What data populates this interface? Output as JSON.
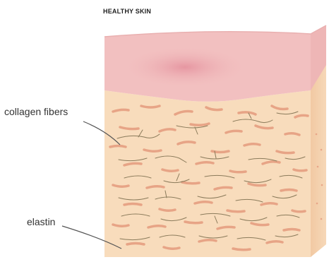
{
  "title": "HEALTHY SKIN",
  "labels": {
    "collagen": "collagen fibers",
    "elastin": "elastin"
  },
  "colors": {
    "epidermis": "#f2c0c0",
    "epidermis_highlight": "#e79aa4",
    "dermis": "#f8dcbc",
    "side_face": "#f4cfaa",
    "collagen_fiber": "#e8a688",
    "elastin_fiber": "#8a7a5a",
    "leader_line": "#555555"
  }
}
